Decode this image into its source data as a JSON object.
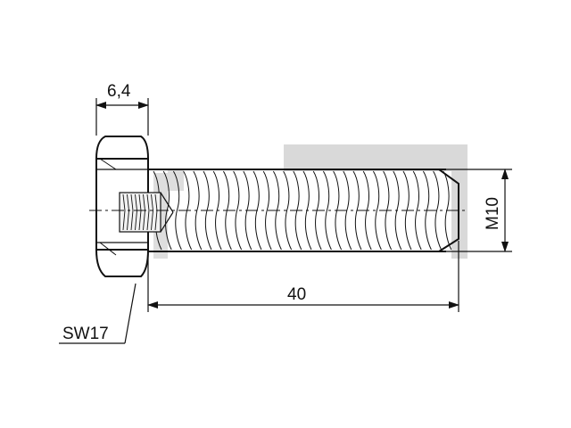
{
  "drawing": {
    "part": "hex-bolt",
    "dimensions": {
      "head_height": "6,4",
      "length": "40",
      "thread": "M10",
      "wrench_size": "SW17"
    },
    "colors": {
      "stroke": "#111111",
      "watermark": "#d9d9d9",
      "background": "#ffffff"
    }
  }
}
